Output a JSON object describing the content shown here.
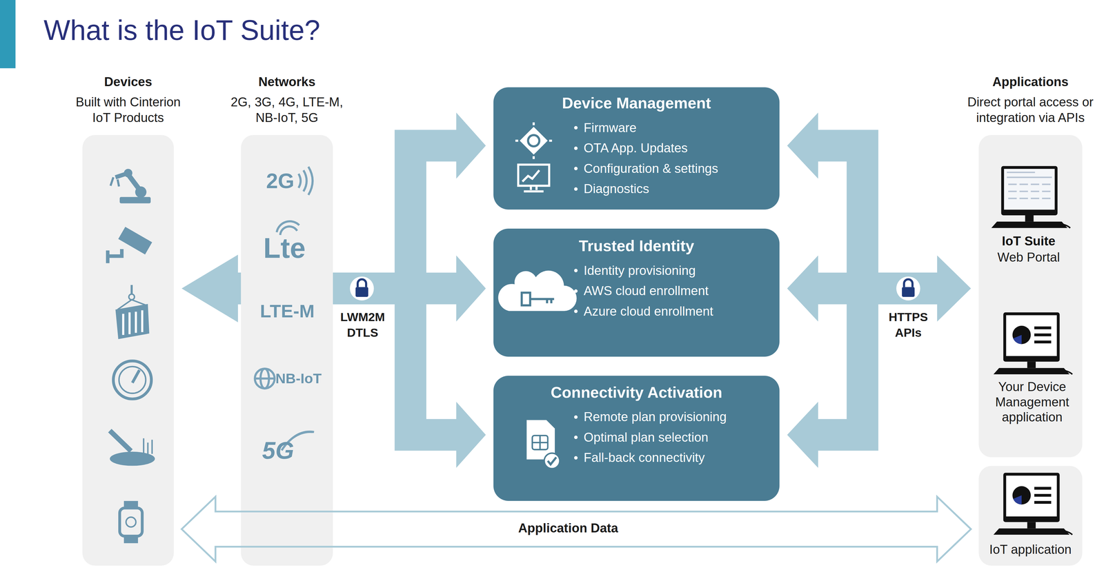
{
  "diagram": {
    "title": "What is the IoT Suite?",
    "nodes": [
      {
        "text": [
          "Devices",
          "Built with Cinterion IoT Products"
        ]
      },
      {
        "text": [
          "Networks",
          "2G, 3G, 4G, LTE-M, NB-IoT, 5G"
        ]
      },
      {
        "text": [
          "Device Management",
          "Firmware",
          "OTA App. Updates",
          "Configuration & settings",
          "Diagnostics"
        ]
      },
      {
        "text": [
          "Trusted Identity",
          "Identity provisioning",
          "AWS cloud enrollment",
          "Azure cloud enrollment"
        ]
      },
      {
        "text": [
          "Connectivity Activation",
          "Remote plan provisioning",
          "Optimal plan selection",
          "Fall-back connectivity"
        ]
      },
      {
        "text": [
          "Applications",
          "Direct portal access or integration via APIs"
        ]
      },
      {
        "text": [
          "IoT application"
        ]
      }
    ],
    "edges": [
      {
        "from": 0,
        "to": 3,
        "arrow": "both",
        "label": "LWM2M DTLS"
      },
      {
        "from": 0,
        "to": 2,
        "arrow": "to"
      },
      {
        "from": 0,
        "to": 4,
        "arrow": "to"
      },
      {
        "from": 5,
        "to": 3,
        "arrow": "both",
        "label": "HTTPS APIs"
      },
      {
        "from": 5,
        "to": 2,
        "arrow": "to"
      },
      {
        "from": 5,
        "to": 4,
        "arrow": "to"
      },
      {
        "from": 0,
        "to": 6,
        "arrow": "both",
        "label": "Application Data"
      }
    ],
    "labels": [
      "2G",
      "Lte",
      "LTE-M",
      "NB-IoT",
      "5G",
      "IoT Suite",
      "Web Portal",
      "Your Device Management application"
    ]
  }
}
